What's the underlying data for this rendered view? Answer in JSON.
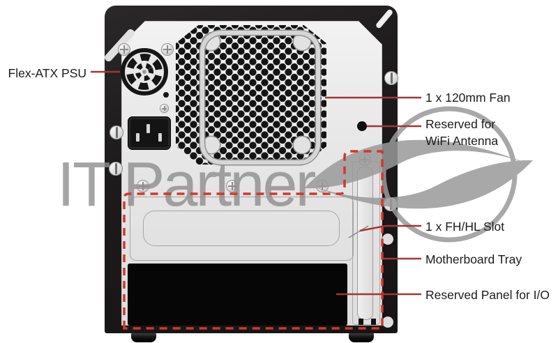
{
  "diagram": {
    "watermark": {
      "text": "IT Partner"
    },
    "callouts": {
      "psu": "Flex-ATX PSU",
      "fan": "1 x 120mm Fan",
      "wifi_line1": "Reserved for",
      "wifi_line2": "WiFi Antenna",
      "slot": "1 x FH/HL Slot",
      "tray": "Motherboard Tray",
      "io": "Reserved Panel for I/O"
    },
    "colors": {
      "leader_line": "#a43631",
      "dashed_outline": "#d3362c",
      "case_frame": "#211e1f",
      "rear_panel": "#e8e8e8",
      "watermark": "#8e8e8e"
    }
  }
}
